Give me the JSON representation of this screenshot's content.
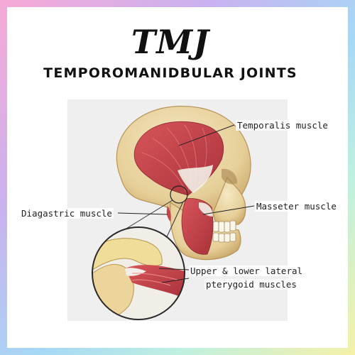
{
  "header": {
    "title": "TMJ",
    "subtitle": "TEMPOROMANIDBULAR JOINTS"
  },
  "labels": {
    "temporalis": "Temporalis muscle",
    "masseter": "Masseter muscle",
    "diagastric": "Diagastric muscle",
    "pterygoid_line1": "Upper & lower lateral",
    "pterygoid_line2": "pterygoid muscles"
  },
  "colors": {
    "bone": "#ecd9a8",
    "muscle": "#c9444a",
    "tendon": "#f3efe8",
    "background_gray": "#efefef"
  }
}
